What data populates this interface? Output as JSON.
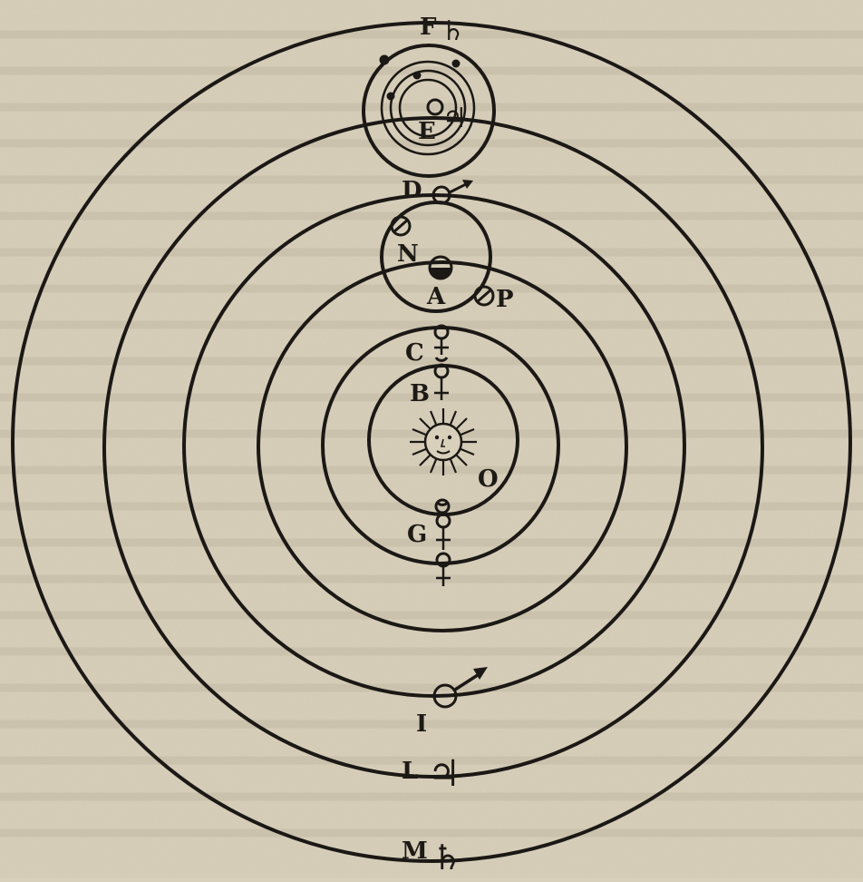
{
  "labels": {
    "F": "F",
    "E": "E",
    "D": "D",
    "N": "N",
    "A": "A",
    "P": "P",
    "C": "C",
    "B": "B",
    "O": "O",
    "G": "G",
    "I": "I",
    "L": "L",
    "M": "M"
  },
  "symbols": {
    "saturn": "♄",
    "jupiter": "♃",
    "mercury": "☿",
    "venus": "♀",
    "mars": "♂"
  },
  "colors": {
    "paper": "#d8d0bb",
    "ink": "#1b1815"
  }
}
